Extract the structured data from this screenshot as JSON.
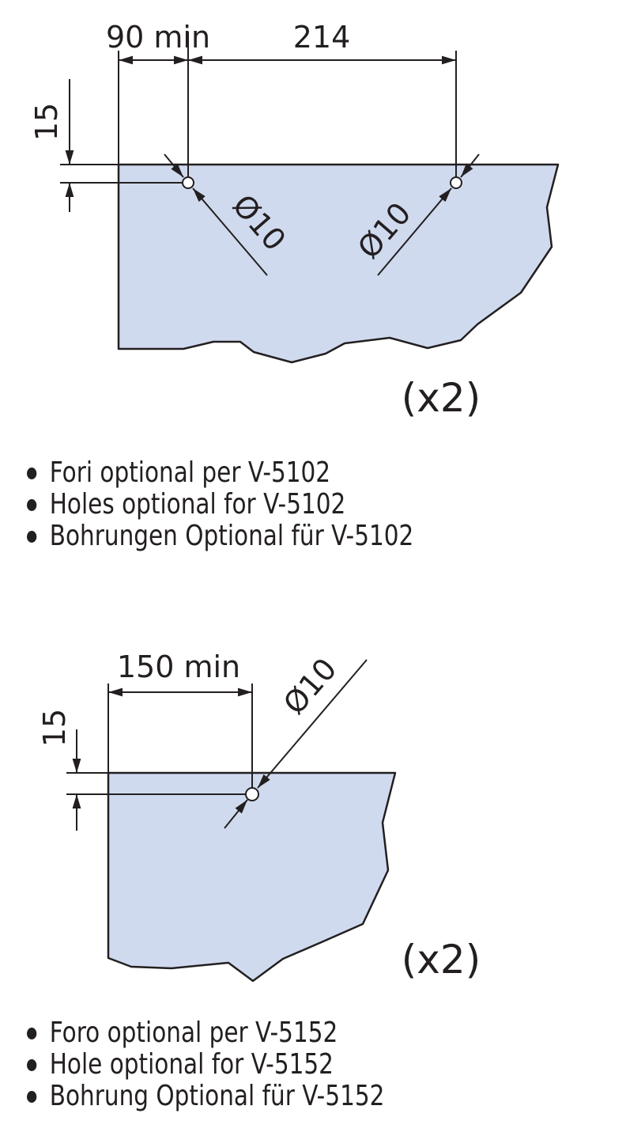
{
  "colors": {
    "plate": "#d0daef",
    "line": "#231f20"
  },
  "top_drawing": {
    "dim_edge_offset": "90 min",
    "dim_hole_spacing": "214",
    "dim_vertical": "15",
    "hole_left_label": "Ø10",
    "hole_right_label": "Ø10",
    "quantity": "(x2)",
    "notes": [
      "Fori optional per V-5102",
      "Holes optional for V-5102",
      "Bohrungen Optional für V-5102"
    ]
  },
  "bottom_drawing": {
    "dim_edge_offset": "150 min",
    "dim_vertical": "15",
    "hole_label": "Ø10",
    "quantity": "(x2)",
    "notes": [
      "Foro optional per V-5152",
      "Hole optional for V-5152",
      "Bohrung Optional für V-5152"
    ]
  }
}
